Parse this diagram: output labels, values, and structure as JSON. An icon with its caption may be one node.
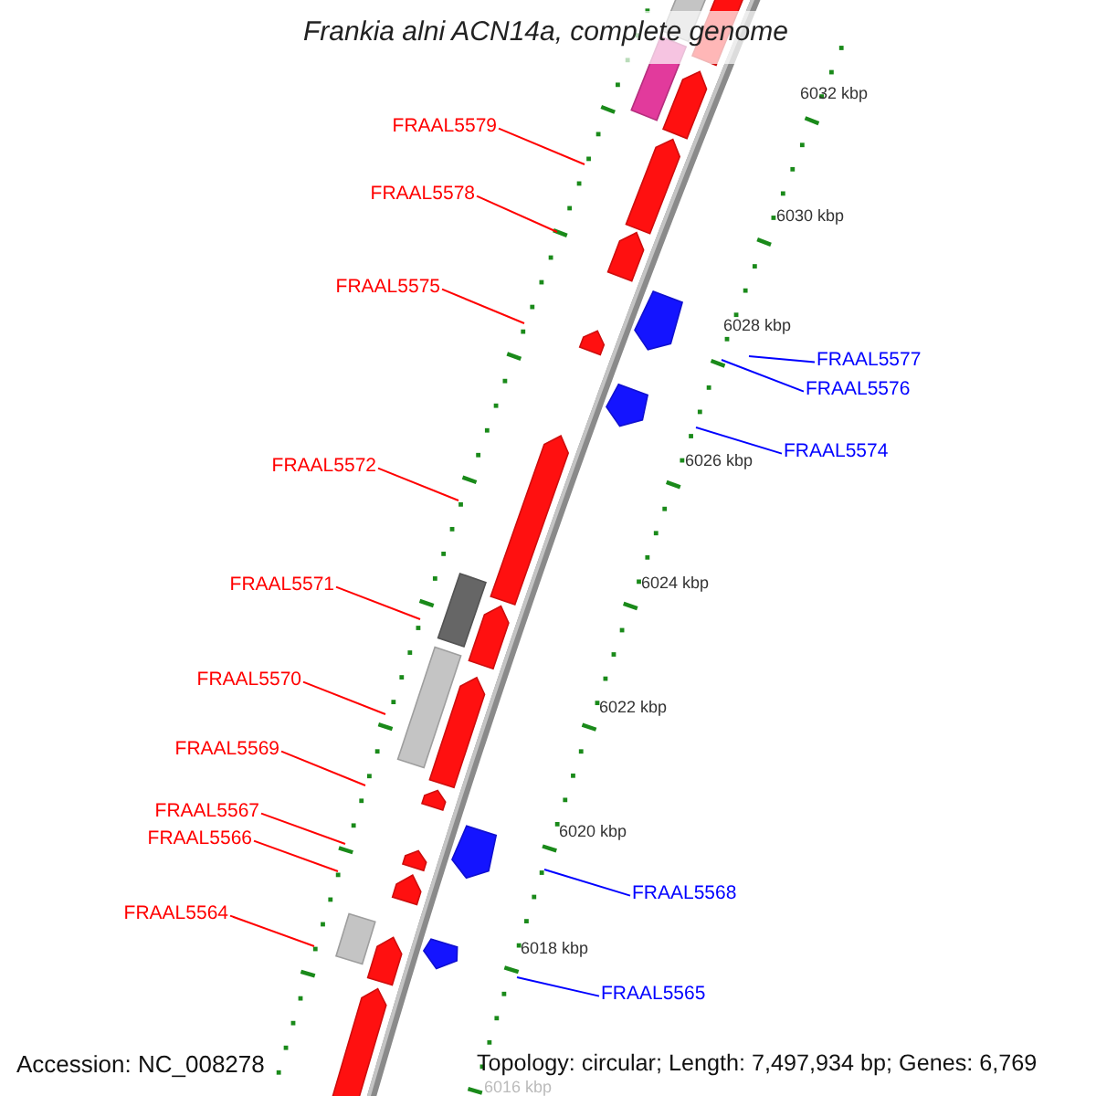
{
  "diagram": {
    "title": "Frankia alni ACN14a, complete genome",
    "nodes": [
      {
        "text": [
          "FRAAL5579"
        ]
      },
      {
        "text": [
          "FRAAL5578"
        ]
      },
      {
        "text": [
          "FRAAL5575"
        ]
      },
      {
        "text": [
          "FRAAL5577"
        ]
      },
      {
        "text": [
          "FRAAL5576"
        ]
      },
      {
        "text": [
          "FRAAL5574"
        ]
      },
      {
        "text": [
          "FRAAL5572"
        ]
      },
      {
        "text": [
          "FRAAL5571"
        ]
      },
      {
        "text": [
          "FRAAL5570"
        ]
      },
      {
        "text": [
          "FRAAL5569"
        ]
      },
      {
        "text": [
          "FRAAL5567"
        ]
      },
      {
        "text": [
          "FRAAL5566"
        ]
      },
      {
        "text": [
          "FRAAL5568"
        ]
      },
      {
        "text": [
          "FRAAL5564"
        ]
      },
      {
        "text": [
          "FRAAL5565"
        ]
      }
    ],
    "edges": [
      {
        "from": 0,
        "to": null,
        "arrow": "none"
      },
      {
        "from": 1,
        "to": null,
        "arrow": "none"
      },
      {
        "from": 2,
        "to": null,
        "arrow": "none"
      },
      {
        "from": 3,
        "to": null,
        "arrow": "none",
        "color": "#0000ff"
      },
      {
        "from": 4,
        "to": null,
        "arrow": "none",
        "color": "#0000ff"
      },
      {
        "from": 5,
        "to": null,
        "arrow": "none",
        "color": "#0000ff"
      },
      {
        "from": 6,
        "to": null,
        "arrow": "none"
      },
      {
        "from": 7,
        "to": null,
        "arrow": "none"
      },
      {
        "from": 8,
        "to": null,
        "arrow": "none"
      },
      {
        "from": 9,
        "to": null,
        "arrow": "none"
      },
      {
        "from": 10,
        "to": null,
        "arrow": "none"
      },
      {
        "from": 11,
        "to": null,
        "arrow": "none"
      },
      {
        "from": 12,
        "to": null,
        "arrow": "none",
        "color": "#0000ff"
      },
      {
        "from": 13,
        "to": null,
        "arrow": "none"
      },
      {
        "from": 14,
        "to": null,
        "arrow": "none",
        "color": "#0000ff"
      }
    ],
    "labels": [
      "6032 kbp",
      "6030 kbp",
      "6028 kbp",
      "6026 kbp",
      "6024 kbp",
      "6022 kbp",
      "6020 kbp",
      "6018 kbp",
      "6016 kbp",
      "Accession: NC_008278",
      "Topology: circular; Length: 7,497,934 bp; Genes: 6,769"
    ]
  }
}
